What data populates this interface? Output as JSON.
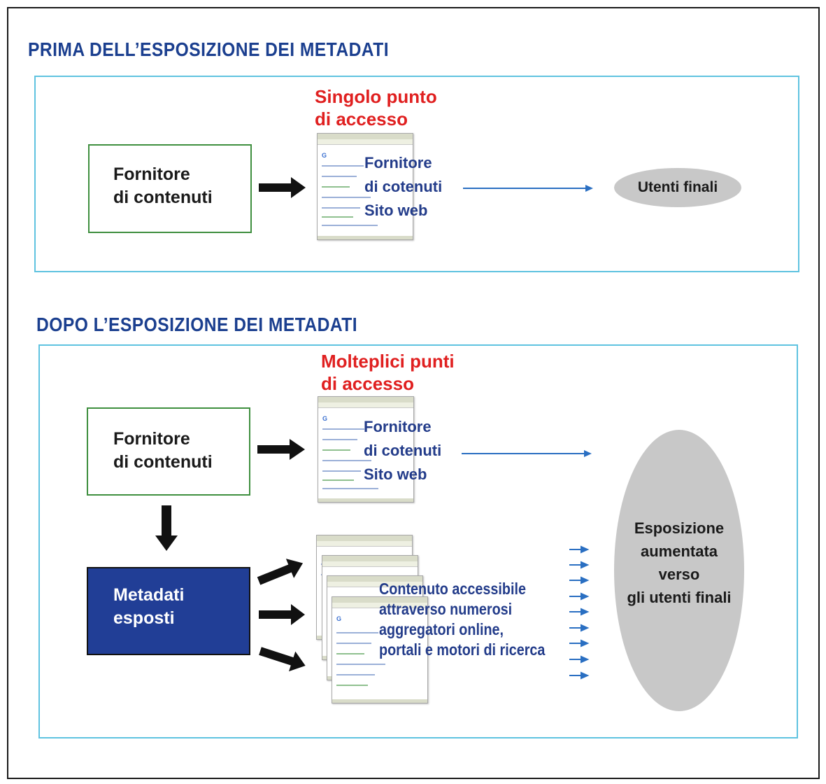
{
  "before": {
    "title": "PRIMA DELL’ESPOSIZIONE DEI METADATI",
    "access_label": [
      "Singolo punto",
      "di accesso"
    ],
    "provider_label": [
      "Fornitore",
      "di contenuti"
    ],
    "website_label": [
      "Fornitore",
      "di cotenuti",
      "Sito web"
    ],
    "users_label": "Utenti finali"
  },
  "after": {
    "title": "DOPO L’ESPOSIZIONE DEI METADATI",
    "access_label": [
      "Molteplici punti",
      "di accesso"
    ],
    "provider_label": [
      "Fornitore",
      "di contenuti"
    ],
    "website_label": [
      "Fornitore",
      "di cotenuti",
      "Sito web"
    ],
    "metadata_label": [
      "Metadati",
      "esposti"
    ],
    "aggregators_label": [
      "Contenuto accessibile",
      "attraverso numerosi",
      "aggregatori online,",
      "portali e motori di ricerca"
    ],
    "exposure_label": [
      "Esposizione",
      "aumentata",
      "verso",
      "gli utenti finali"
    ]
  },
  "colors": {
    "title_blue": "#1b3f8f",
    "panel_border": "#5fc3e0",
    "provider_border": "#3f8f3f",
    "access_red": "#e02020",
    "metadata_fill": "#213e96",
    "ellipse_fill": "#c8c8c8",
    "arrow_blue": "#2a6fc2"
  }
}
